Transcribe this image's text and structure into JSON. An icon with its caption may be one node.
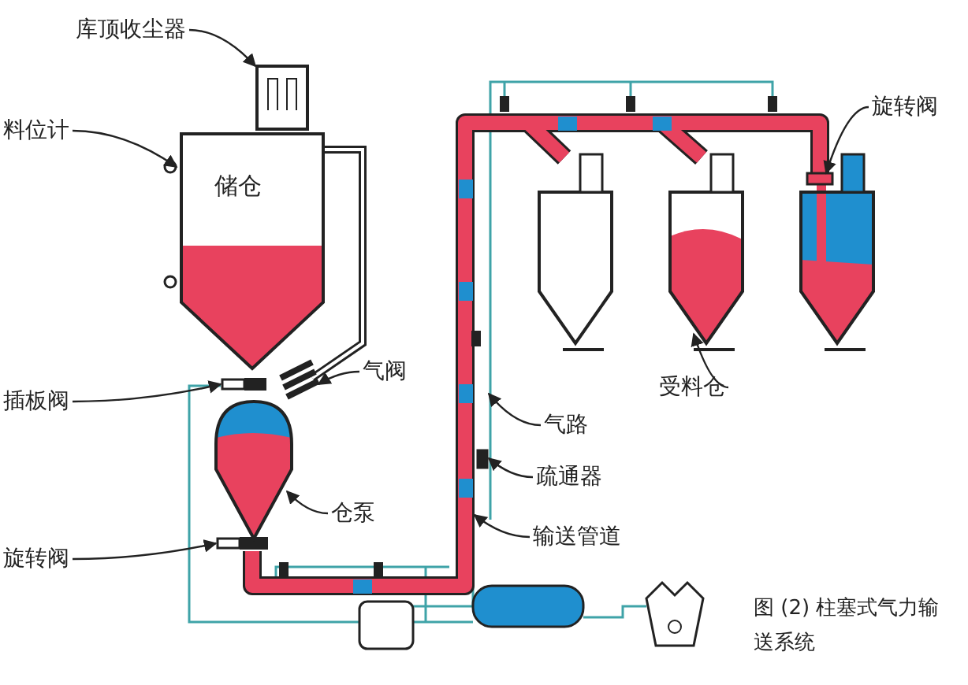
{
  "diagram": {
    "caption": "图 (2) 柱塞式气力输送系统",
    "nodes": [
      {
        "text": [
          "库顶收尘器"
        ]
      },
      {
        "text": [],
        "shape": "picture"
      },
      {
        "text": [
          "料位计"
        ]
      },
      {
        "text": [],
        "shape": "circle"
      },
      {
        "text": [
          "储仓"
        ]
      },
      {
        "text": [
          "插板阀"
        ]
      },
      {
        "text": [],
        "shape": "box"
      },
      {
        "text": [
          "气阀"
        ]
      },
      {
        "text": [],
        "shape": "picture"
      },
      {
        "text": [
          "仓泵"
        ]
      },
      {
        "text": [],
        "shape": "picture"
      },
      {
        "text": [
          "旋转阀"
        ]
      },
      {
        "text": [],
        "shape": "box"
      },
      {
        "text": [
          "气路"
        ]
      },
      {
        "text": [
          "疏通器"
        ]
      },
      {
        "text": [],
        "shape": "box"
      },
      {
        "text": [
          "输送管道"
        ]
      },
      {
        "text": [
          "受料仓"
        ]
      },
      {
        "text": [],
        "shape": "picture"
      },
      {
        "text": [
          "旋转阀"
        ]
      },
      {
        "text": [],
        "shape": "box"
      }
    ],
    "edges": [
      {
        "from": 0,
        "to": 1,
        "arrow": "to"
      },
      {
        "from": 2,
        "to": 3,
        "arrow": "to"
      },
      {
        "from": 5,
        "to": 6,
        "arrow": "to"
      },
      {
        "from": 7,
        "to": 8,
        "arrow": "to"
      },
      {
        "from": 9,
        "to": 10,
        "arrow": "to"
      },
      {
        "from": 11,
        "to": 12,
        "arrow": "to"
      },
      {
        "from": 13,
        "to": null,
        "arrow": "to"
      },
      {
        "from": 14,
        "to": 15,
        "arrow": "to"
      },
      {
        "from": 16,
        "to": null,
        "arrow": "to"
      },
      {
        "from": 17,
        "to": 18,
        "arrow": "to"
      },
      {
        "from": 19,
        "to": 20,
        "arrow": "to"
      }
    ]
  }
}
